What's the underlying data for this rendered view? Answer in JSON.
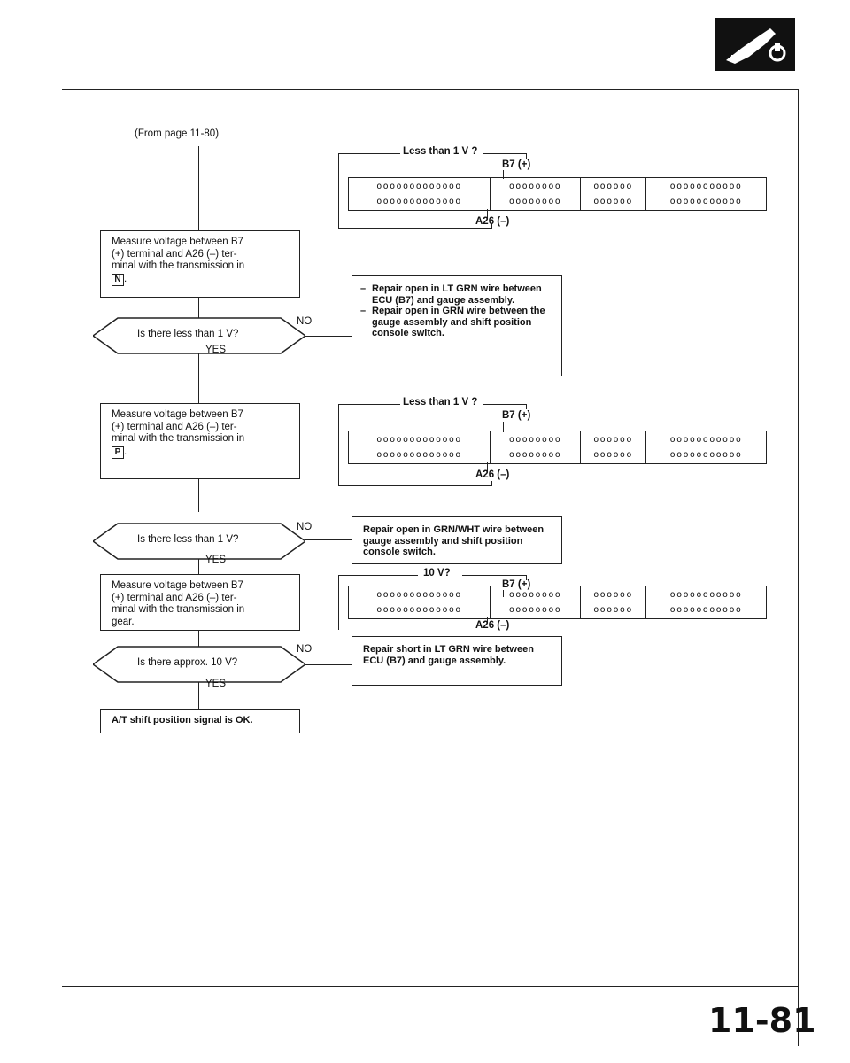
{
  "header": {
    "from_page": "(From page 11-80)",
    "page_number": "11-81",
    "icon": "transmission-shift-icon"
  },
  "steps": [
    {
      "lines": [
        "Measure voltage between B7",
        "(+) terminal and A26 (–) ter-",
        "minal with the transmission in"
      ],
      "mode": "N"
    },
    {
      "lines": [
        "Measure voltage between B7",
        "(+) terminal and A26 (–) ter-",
        "minal with the transmission in"
      ],
      "mode": "P"
    },
    {
      "lines": [
        "Measure voltage between B7",
        "(+) terminal and A26 (–) ter-",
        "minal with the transmission in",
        "gear."
      ]
    }
  ],
  "questions": [
    {
      "text": "Is there less than 1 V?",
      "no": "NO",
      "yes": "YES"
    },
    {
      "text": "Is there less than 1 V?",
      "no": "NO",
      "yes": "YES"
    },
    {
      "text": "Is there approx. 10 V?",
      "no": "NO",
      "yes": "YES"
    }
  ],
  "actions": [
    {
      "items": [
        "Repair open in LT GRN wire between ECU (B7) and gauge assembly.",
        "Repair open in GRN wire between the gauge assembly and shift position console switch."
      ]
    },
    {
      "text": "Repair open in GRN/WHT wire between gauge assembly and shift position console switch."
    },
    {
      "text": "Repair short in LT GRN wire between ECU (B7) and gauge assembly."
    }
  ],
  "final": {
    "text": "A/T shift position signal is OK."
  },
  "connectors": [
    {
      "condition": "Less than 1 V ?",
      "plus": "B7 (+)",
      "minus": "A26 (–)",
      "blocks": [
        [
          "ooooooooooooo",
          "ooooooooooooo"
        ],
        [
          "oooooooo",
          "oooooooo"
        ],
        [
          "oooooo",
          "oooooo"
        ],
        [
          "ooooooooooo",
          "ooooooooooo"
        ]
      ]
    },
    {
      "condition": "Less than 1 V ?",
      "plus": "B7 (+)",
      "minus": "A26 (–)",
      "blocks": [
        [
          "ooooooooooooo",
          "ooooooooooooo"
        ],
        [
          "oooooooo",
          "oooooooo"
        ],
        [
          "oooooo",
          "oooooo"
        ],
        [
          "ooooooooooo",
          "ooooooooooo"
        ]
      ]
    },
    {
      "condition": "10 V?",
      "plus": "B7 (+)",
      "minus": "A26 (–)",
      "blocks": [
        [
          "ooooooooooooo",
          "ooooooooooooo"
        ],
        [
          "oooooooo",
          "oooooooo"
        ],
        [
          "oooooo",
          "oooooo"
        ],
        [
          "ooooooooooo",
          "ooooooooooo"
        ]
      ]
    }
  ]
}
